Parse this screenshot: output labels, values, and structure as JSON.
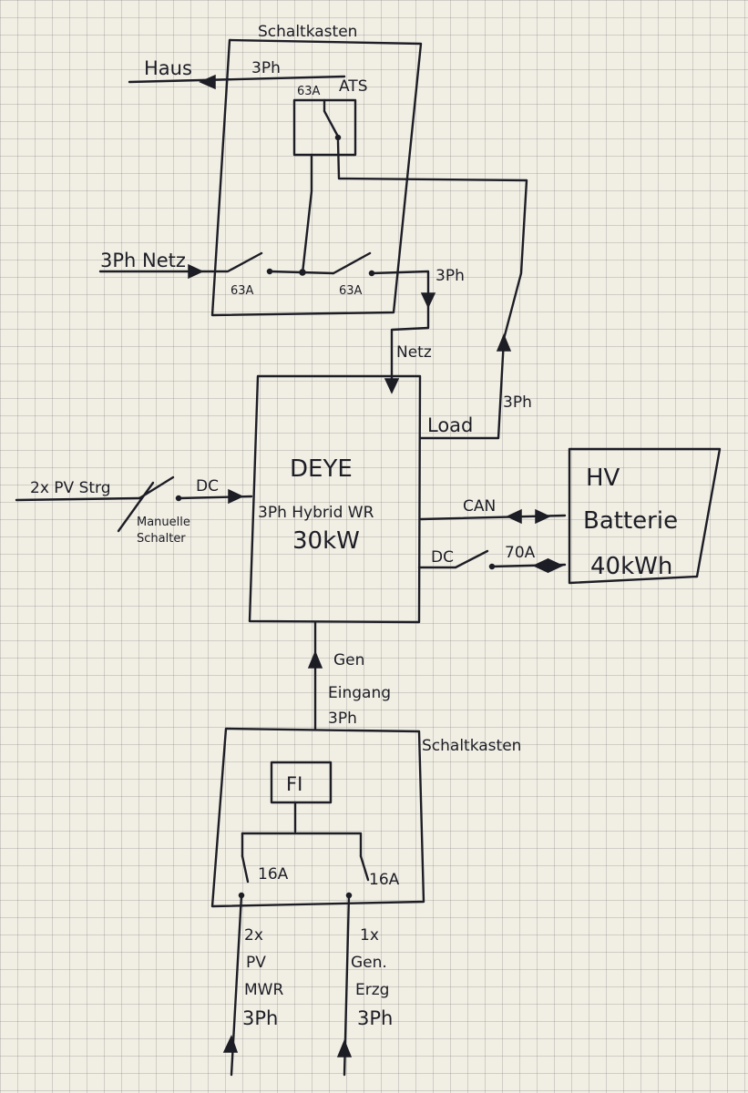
{
  "top_box": {
    "title": "Schaltkasten",
    "haus": "Haus",
    "haus_3ph": "3Ph",
    "ats_63a": "63A",
    "ats": "ATS",
    "netz_in": "3Ph Netz",
    "breaker1": "63A",
    "breaker2": "63A",
    "out_3ph": "3Ph"
  },
  "inverter": {
    "netz": "Netz",
    "load": "Load",
    "load_3ph": "3Ph",
    "brand": "DEYE",
    "type": "3Ph Hybrid WR",
    "power": "30kW"
  },
  "pv": {
    "label": "2x PV Strg",
    "switch_line1": "Manuelle",
    "switch_line2": "Schalter",
    "dc": "DC"
  },
  "battery": {
    "line1": "HV",
    "line2": "Batterie",
    "line3": "40kWh",
    "can": "CAN",
    "dc": "DC",
    "fuse": "70A"
  },
  "gen": {
    "line1": "Gen",
    "line2": "Eingang",
    "line3": "3Ph"
  },
  "bottom_box": {
    "title": "Schaltkasten",
    "fi": "FI",
    "breaker1": "16A",
    "breaker2": "16A"
  },
  "inputs": {
    "left": [
      "2x",
      "PV",
      "MWR",
      "3Ph"
    ],
    "right": [
      "1x",
      "Gen.",
      "Erzg",
      "3Ph"
    ]
  }
}
